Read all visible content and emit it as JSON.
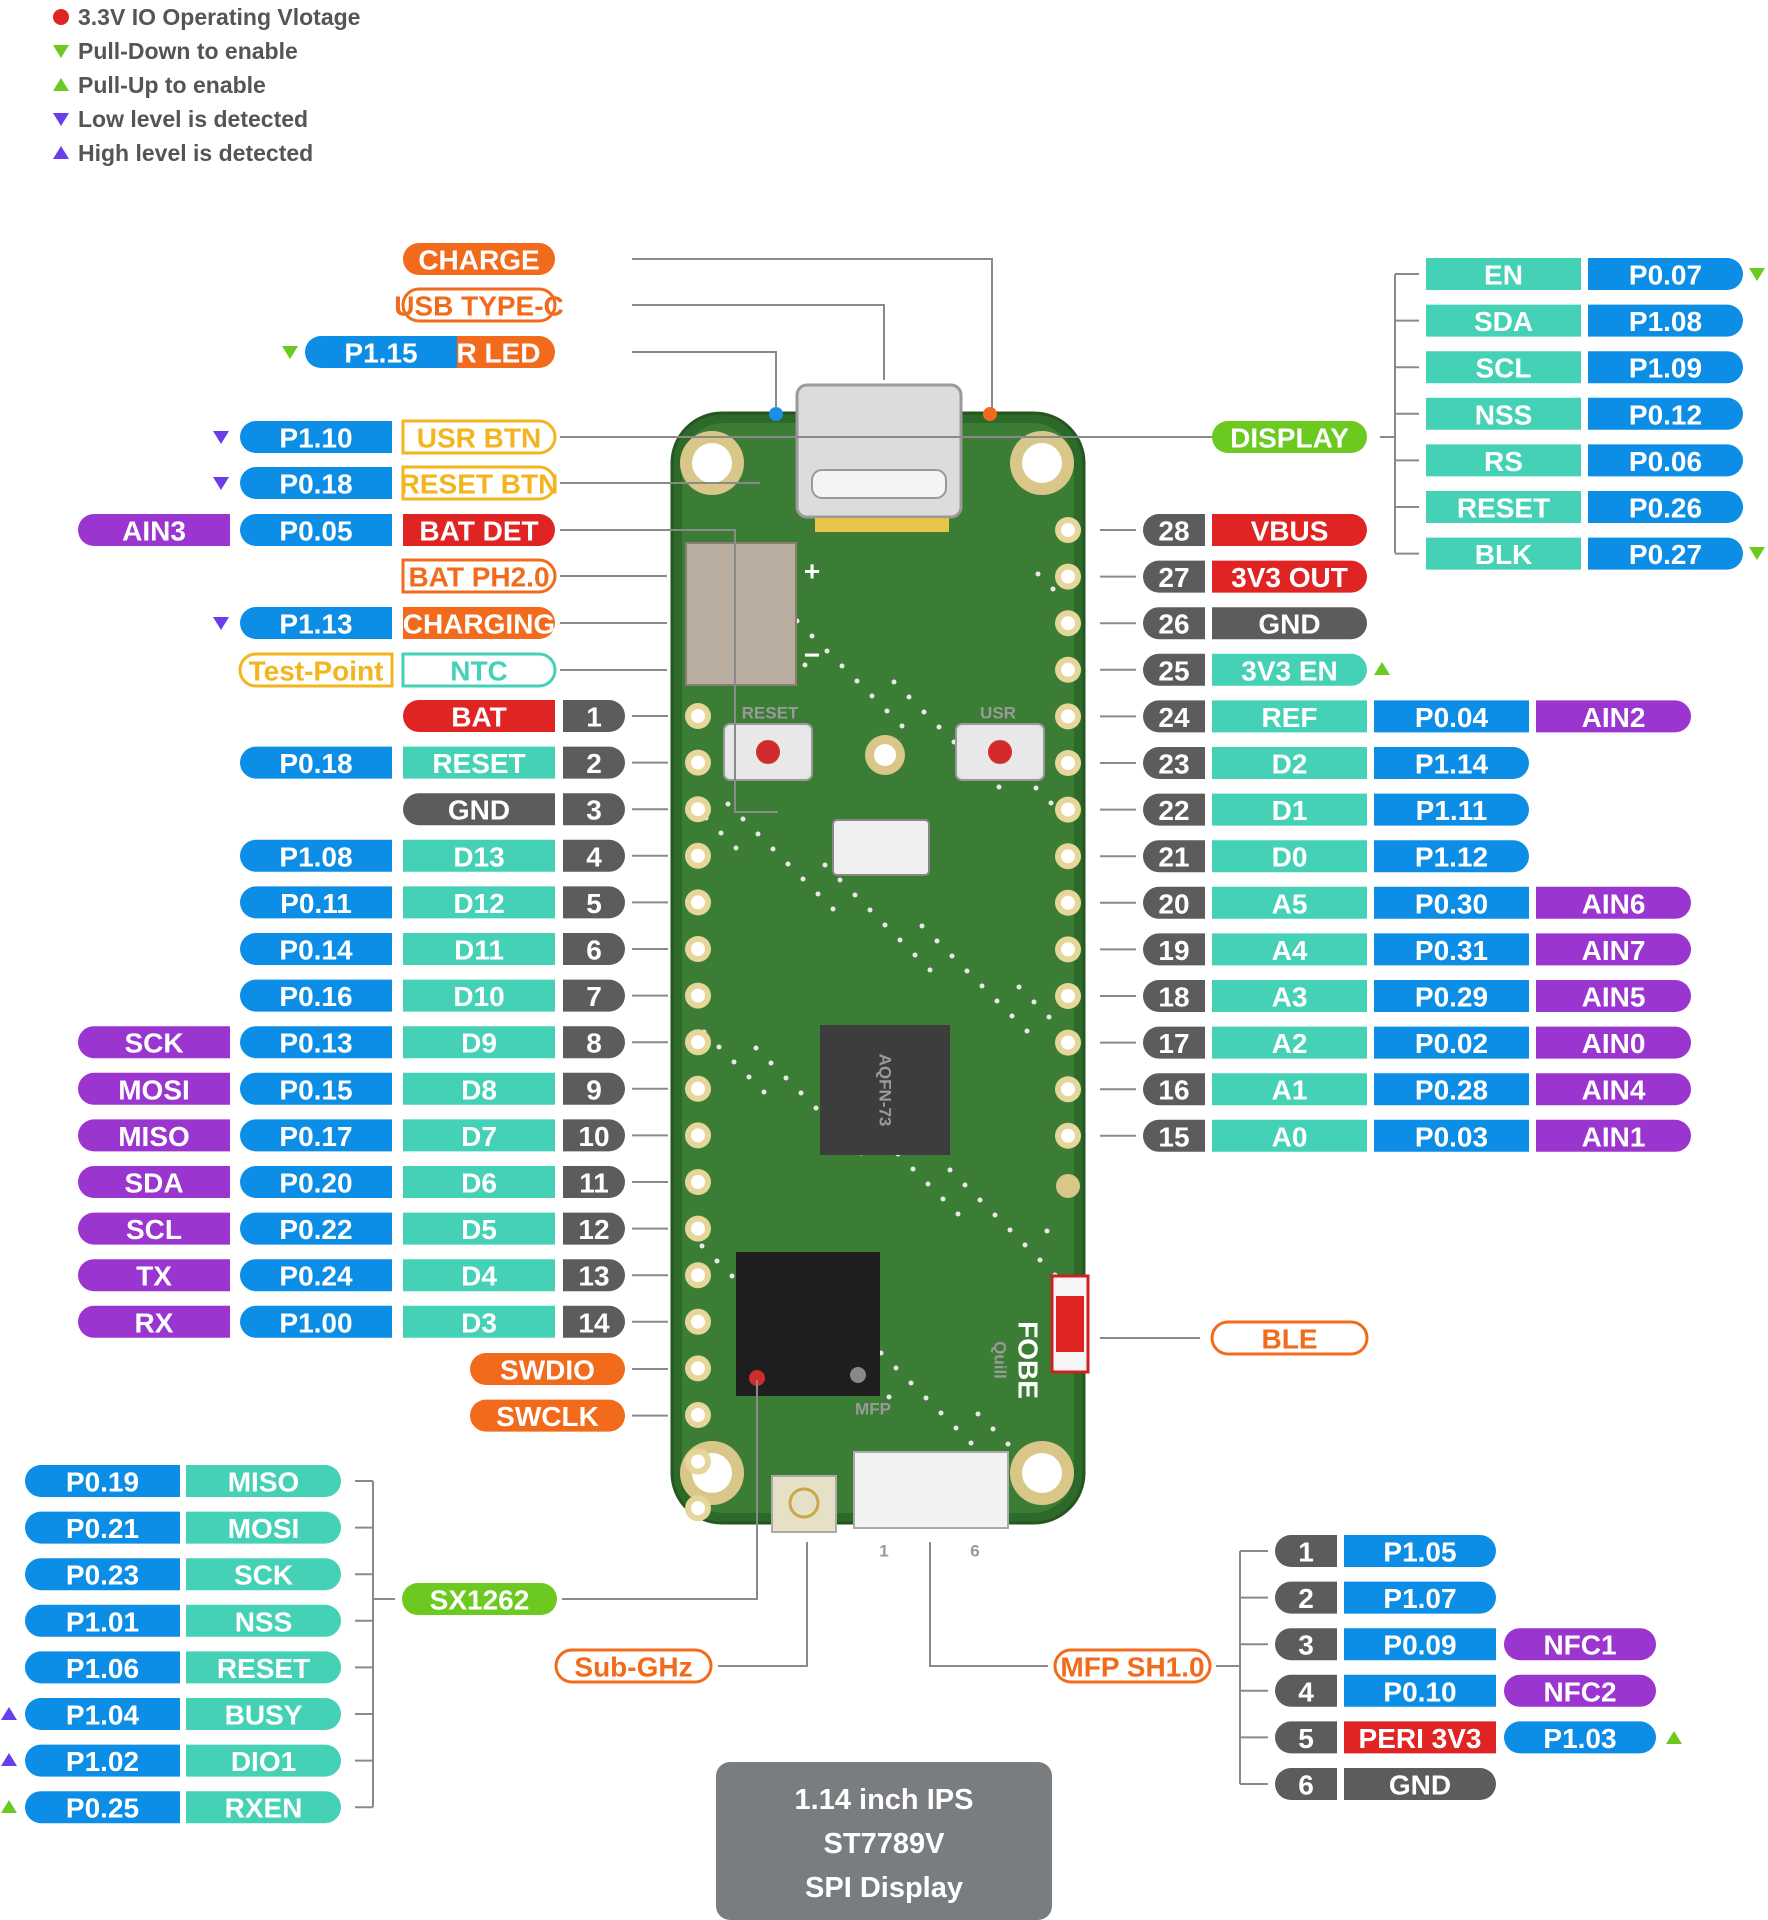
{
  "colors": {
    "power": "#e02424",
    "orange": "#f26a1b",
    "yellow": "#f2b51d",
    "blue": "#0c8ee6",
    "teal": "#45d1b5",
    "purple": "#9b35d0",
    "gray": "#5c5c5c",
    "green": "#6cc91f",
    "legend_red": "#e02424",
    "legend_green": "#6cc91f",
    "legend_purple": "#6a3de8"
  },
  "legend": [
    {
      "marker": "red-dot",
      "text": "3.3V IO Operating Vlotage"
    },
    {
      "marker": "green-down",
      "text": "Pull-Down to enable"
    },
    {
      "marker": "green-up",
      "text": "Pull-Up to enable"
    },
    {
      "marker": "purple-down",
      "text": "Low level is detected"
    },
    {
      "marker": "purple-up",
      "text": "High level is detected"
    }
  ],
  "top_left_labels": [
    [
      "",
      "",
      "CHARGE"
    ],
    [
      "",
      "",
      "USB TYPE-C"
    ],
    [
      "",
      "P1.15",
      "USR LED"
    ],
    [
      "",
      "P1.10",
      "USR BTN"
    ],
    [
      "",
      "P0.18",
      "RESET BTN"
    ],
    [
      "AIN3",
      "P0.05",
      "BAT DET"
    ],
    [
      "",
      "",
      "BAT PH2.0"
    ],
    [
      "",
      "P1.13",
      "CHARGING"
    ],
    [
      "",
      "Test-Point",
      "NTC"
    ]
  ],
  "left_pins": [
    {
      "num": "1",
      "func": "BAT",
      "gpio": "",
      "alt": ""
    },
    {
      "num": "2",
      "func": "RESET",
      "gpio": "P0.18",
      "alt": ""
    },
    {
      "num": "3",
      "func": "GND",
      "gpio": "",
      "alt": ""
    },
    {
      "num": "4",
      "func": "D13",
      "gpio": "P1.08",
      "alt": ""
    },
    {
      "num": "5",
      "func": "D12",
      "gpio": "P0.11",
      "alt": ""
    },
    {
      "num": "6",
      "func": "D11",
      "gpio": "P0.14",
      "alt": ""
    },
    {
      "num": "7",
      "func": "D10",
      "gpio": "P0.16",
      "alt": ""
    },
    {
      "num": "8",
      "func": "D9",
      "gpio": "P0.13",
      "alt": "SCK"
    },
    {
      "num": "9",
      "func": "D8",
      "gpio": "P0.15",
      "alt": "MOSI"
    },
    {
      "num": "10",
      "func": "D7",
      "gpio": "P0.17",
      "alt": "MISO"
    },
    {
      "num": "11",
      "func": "D6",
      "gpio": "P0.20",
      "alt": "SDA"
    },
    {
      "num": "12",
      "func": "D5",
      "gpio": "P0.22",
      "alt": "SCL"
    },
    {
      "num": "13",
      "func": "D4",
      "gpio": "P0.24",
      "alt": "TX"
    },
    {
      "num": "14",
      "func": "D3",
      "gpio": "P1.00",
      "alt": "RX"
    }
  ],
  "swd": [
    "SWDIO",
    "SWCLK"
  ],
  "right_pins": [
    {
      "num": "28",
      "func": "VBUS",
      "gpio": "",
      "alt": ""
    },
    {
      "num": "27",
      "func": "3V3 OUT",
      "gpio": "",
      "alt": ""
    },
    {
      "num": "26",
      "func": "GND",
      "gpio": "",
      "alt": ""
    },
    {
      "num": "25",
      "func": "3V3 EN",
      "gpio": "",
      "alt": ""
    },
    {
      "num": "24",
      "func": "REF",
      "gpio": "P0.04",
      "alt": "AIN2"
    },
    {
      "num": "23",
      "func": "D2",
      "gpio": "P1.14",
      "alt": ""
    },
    {
      "num": "22",
      "func": "D1",
      "gpio": "P1.11",
      "alt": ""
    },
    {
      "num": "21",
      "func": "D0",
      "gpio": "P1.12",
      "alt": ""
    },
    {
      "num": "20",
      "func": "A5",
      "gpio": "P0.30",
      "alt": "AIN6"
    },
    {
      "num": "19",
      "func": "A4",
      "gpio": "P0.31",
      "alt": "AIN7"
    },
    {
      "num": "18",
      "func": "A3",
      "gpio": "P0.29",
      "alt": "AIN5"
    },
    {
      "num": "17",
      "func": "A2",
      "gpio": "P0.02",
      "alt": "AIN0"
    },
    {
      "num": "16",
      "func": "A1",
      "gpio": "P0.28",
      "alt": "AIN4"
    },
    {
      "num": "15",
      "func": "A0",
      "gpio": "P0.03",
      "alt": "AIN1"
    }
  ],
  "display": {
    "title": "DISPLAY",
    "pins": [
      {
        "name": "EN",
        "gpio": "P0.07"
      },
      {
        "name": "SDA",
        "gpio": "P1.08"
      },
      {
        "name": "SCL",
        "gpio": "P1.09"
      },
      {
        "name": "NSS",
        "gpio": "P0.12"
      },
      {
        "name": "RS",
        "gpio": "P0.06"
      },
      {
        "name": "RESET",
        "gpio": "P0.26"
      },
      {
        "name": "BLK",
        "gpio": "P0.27"
      }
    ]
  },
  "ble": "BLE",
  "sx1262": {
    "title": "SX1262",
    "pins": [
      {
        "gpio": "P0.19",
        "name": "MISO"
      },
      {
        "gpio": "P0.21",
        "name": "MOSI"
      },
      {
        "gpio": "P0.23",
        "name": "SCK"
      },
      {
        "gpio": "P1.01",
        "name": "NSS"
      },
      {
        "gpio": "P1.06",
        "name": "RESET"
      },
      {
        "gpio": "P1.04",
        "name": "BUSY"
      },
      {
        "gpio": "P1.02",
        "name": "DIO1"
      },
      {
        "gpio": "P0.25",
        "name": "RXEN"
      }
    ]
  },
  "subghz": "Sub-GHz",
  "mfp": {
    "title": "MFP SH1.0",
    "pin_first": "1",
    "pin_last": "6",
    "pins": [
      {
        "num": "1",
        "a": "P1.05",
        "b": ""
      },
      {
        "num": "2",
        "a": "P1.07",
        "b": ""
      },
      {
        "num": "3",
        "a": "P0.09",
        "b": "NFC1"
      },
      {
        "num": "4",
        "a": "P0.10",
        "b": "NFC2"
      },
      {
        "num": "5",
        "a": "PERI 3V3",
        "b": "P1.03"
      },
      {
        "num": "6",
        "a": "GND",
        "b": ""
      }
    ]
  },
  "display_box": [
    "1.14 inch IPS",
    "ST7789V",
    "SPI Display"
  ],
  "board": {
    "chip": "AQFN-73",
    "reset_label": "RESET",
    "usr_label": "USR",
    "mfp_label": "MFP",
    "logo_text": "FOBE",
    "logo_sub": "Quill"
  }
}
